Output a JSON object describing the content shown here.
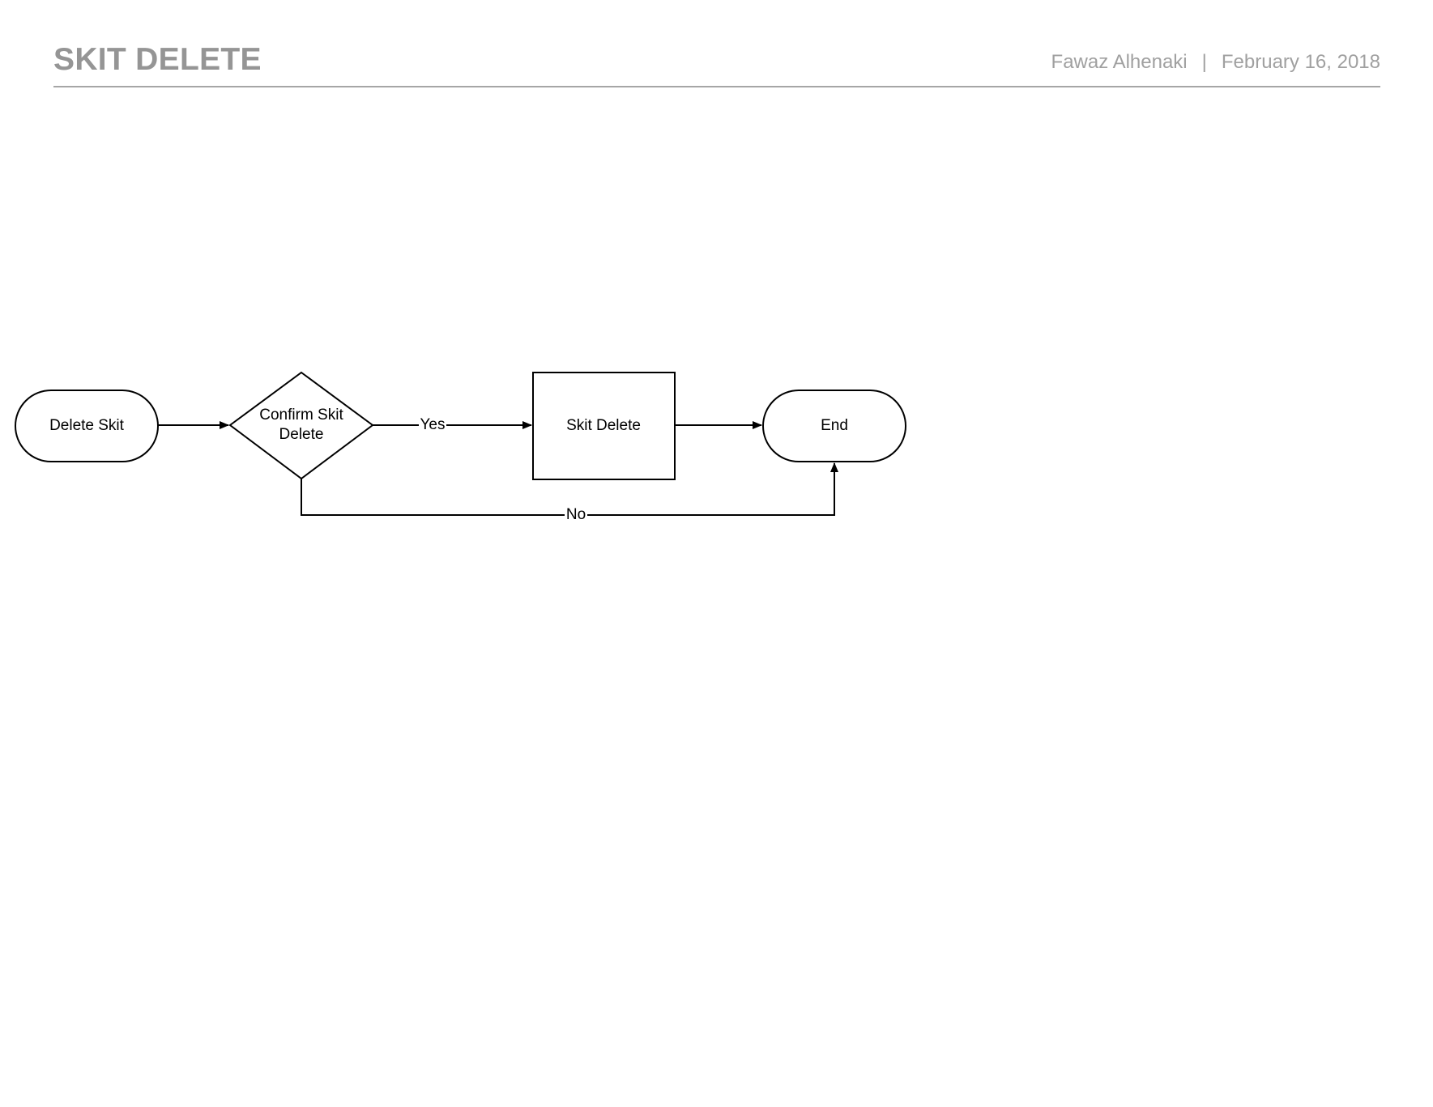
{
  "header": {
    "title": "SKIT DELETE",
    "author": "Fawaz Alhenaki",
    "separator": "|",
    "date": "February 16, 2018"
  },
  "diagram": {
    "nodes": {
      "start": {
        "label": "Delete Skit",
        "shape": "terminator"
      },
      "decision": {
        "label_line1": "Confirm Skit",
        "label_line2": "Delete",
        "shape": "decision"
      },
      "process": {
        "label": "Skit Delete",
        "shape": "process"
      },
      "end": {
        "label": "End",
        "shape": "terminator"
      }
    },
    "edges": {
      "start_to_decision": {
        "label": ""
      },
      "decision_to_process": {
        "label": "Yes"
      },
      "process_to_end": {
        "label": ""
      },
      "decision_to_end": {
        "label": "No"
      }
    }
  }
}
